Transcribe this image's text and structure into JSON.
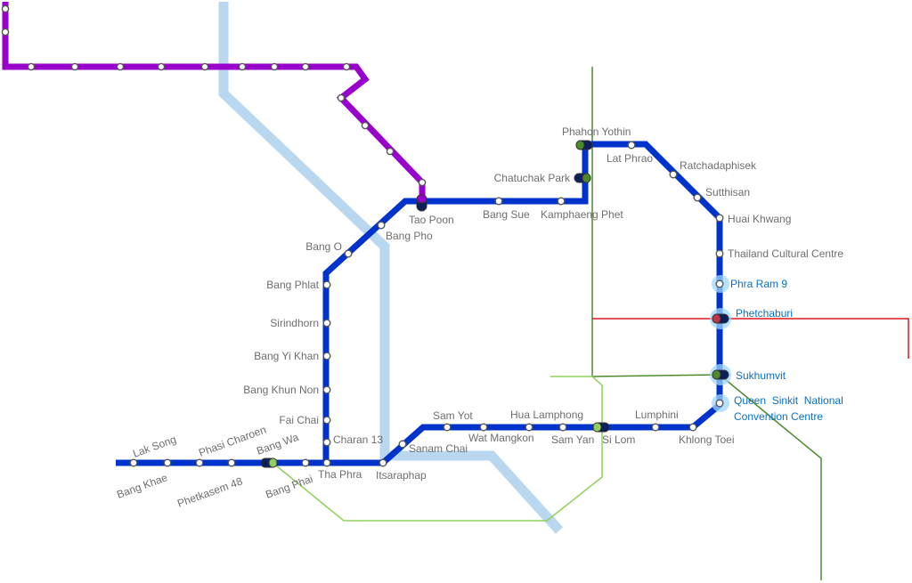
{
  "colors": {
    "blue_line": "#0033cc",
    "purple_line": "#9900cc",
    "light_blue_line": "#b9d7ef",
    "dark_green_line": "#4d8a2e",
    "light_green_line": "#8fd15a",
    "red_line": "#e0161e",
    "highlight_text": "#0a6fc4",
    "station_text": "#6e6e6e"
  },
  "stations": {
    "lak_song": "Lak Song",
    "bang_khae": "Bang Khae",
    "phasi_charoen": "Phasi Charoen",
    "phetkasem_48": "Phetkasem 48",
    "bang_wa": "Bang Wa",
    "bang_phai": "Bang Phai",
    "tha_phra": "Tha Phra",
    "charan_13": "Charan 13",
    "fai_chai": "Fai Chai",
    "bang_khun_non": "Bang Khun Non",
    "bang_yi_khan": "Bang Yi Khan",
    "sirindhorn": "Sirindhorn",
    "bang_phlat": "Bang Phlat",
    "bang_o": "Bang O",
    "bang_pho": "Bang Pho",
    "tao_poon": "Tao Poon",
    "bang_sue": "Bang Sue",
    "kamphaeng_phet": "Kamphaeng Phet",
    "chatuchak_park": "Chatuchak Park",
    "phahon_yothin": "Phahon Yothin",
    "lat_phrao": "Lat Phrao",
    "ratchadaphisek": "Ratchadaphisek",
    "sutthisan": "Sutthisan",
    "huai_khwang": "Huai Khwang",
    "thailand_cultural_centre": "Thailand Cultural Centre",
    "phra_ram_9": "Phra Ram 9",
    "phetchaburi": "Phetchaburi",
    "sukhumvit": "Sukhumvit",
    "qsncc_line1": "Queen  Sinkit  National",
    "qsncc_line2": "Convention Centre",
    "khlong_toei": "Khlong Toei",
    "lumphini": "Lumphini",
    "si_lom": "Si Lom",
    "sam_yan": "Sam Yan",
    "hua_lamphong": "Hua Lamphong",
    "wat_mangkon": "Wat Mangkon",
    "sam_yot": "Sam Yot",
    "sanam_chai": "Sanam Chai",
    "itsaraphap": "Itsaraphap"
  }
}
